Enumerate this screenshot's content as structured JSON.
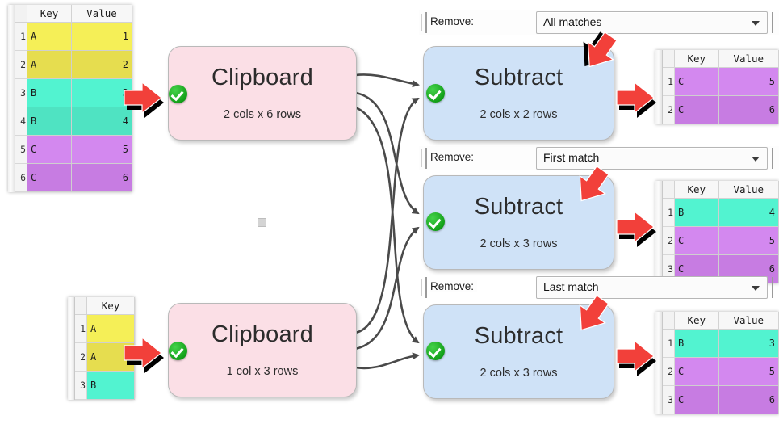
{
  "tables": {
    "input_top": {
      "name": "input-table-top",
      "headers": [
        "",
        "Key",
        "Value"
      ],
      "rows": [
        {
          "n": "1",
          "key": "A",
          "value": "1",
          "shade": "c-y1"
        },
        {
          "n": "2",
          "key": "A",
          "value": "2",
          "shade": "c-y2"
        },
        {
          "n": "3",
          "key": "B",
          "value": "3",
          "shade": "c-c1"
        },
        {
          "n": "4",
          "key": "B",
          "value": "4",
          "shade": "c-c2"
        },
        {
          "n": "5",
          "key": "C",
          "value": "5",
          "shade": "c-p1"
        },
        {
          "n": "6",
          "key": "C",
          "value": "6",
          "shade": "c-p2"
        }
      ]
    },
    "input_bottom": {
      "name": "input-table-bottom",
      "headers": [
        "",
        "Key"
      ],
      "rows": [
        {
          "n": "1",
          "key": "A",
          "shade": "c-y1"
        },
        {
          "n": "2",
          "key": "A",
          "shade": "c-y2"
        },
        {
          "n": "3",
          "key": "B",
          "shade": "c-c1"
        }
      ]
    },
    "output_1": {
      "name": "output-table-all-matches",
      "headers": [
        "",
        "Key",
        "Value"
      ],
      "rows": [
        {
          "n": "1",
          "key": "C",
          "value": "5",
          "shade": "c-p1"
        },
        {
          "n": "2",
          "key": "C",
          "value": "6",
          "shade": "c-p2"
        }
      ]
    },
    "output_2": {
      "name": "output-table-first-match",
      "headers": [
        "",
        "Key",
        "Value"
      ],
      "rows": [
        {
          "n": "1",
          "key": "B",
          "value": "4",
          "shade": "c-c1"
        },
        {
          "n": "2",
          "key": "C",
          "value": "5",
          "shade": "c-p1"
        },
        {
          "n": "3",
          "key": "C",
          "value": "6",
          "shade": "c-p2"
        }
      ]
    },
    "output_3": {
      "name": "output-table-last-match",
      "headers": [
        "",
        "Key",
        "Value"
      ],
      "rows": [
        {
          "n": "1",
          "key": "B",
          "value": "3",
          "shade": "c-c1"
        },
        {
          "n": "2",
          "key": "C",
          "value": "5",
          "shade": "c-p1"
        },
        {
          "n": "3",
          "key": "C",
          "value": "6",
          "shade": "c-p2"
        }
      ]
    }
  },
  "nodes": {
    "clipboard_top": {
      "title": "Clipboard",
      "subtitle": "2 cols x 6 rows"
    },
    "clipboard_bottom": {
      "title": "Clipboard",
      "subtitle": "1 col x 3 rows"
    },
    "subtract_1": {
      "title": "Subtract",
      "subtitle": "2 cols x 2 rows"
    },
    "subtract_2": {
      "title": "Subtract",
      "subtitle": "2 cols x 3 rows"
    },
    "subtract_3": {
      "title": "Subtract",
      "subtitle": "2 cols x 3 rows"
    }
  },
  "property_bars": [
    {
      "label": "Remove:",
      "value": "All matches"
    },
    {
      "label": "Remove:",
      "value": "First match"
    },
    {
      "label": "Remove:",
      "value": "Last match"
    }
  ],
  "colors": {
    "clipboard_fill": "#fbdfe6",
    "subtract_fill": "#cfe2f7",
    "status_ok": "#13a019",
    "cursor_red": "#f2403a",
    "yellow_row": "#f5ef57",
    "cyan_row": "#52f3d0",
    "purple_row": "#d388ef",
    "link_line": "#4a4a4a"
  },
  "icons": {
    "status_ok": "check-circle-icon",
    "dropdown": "chevron-down-icon",
    "cursor_right": "cursor-arrow-right-icon",
    "cursor_down": "cursor-arrow-down-icon"
  }
}
